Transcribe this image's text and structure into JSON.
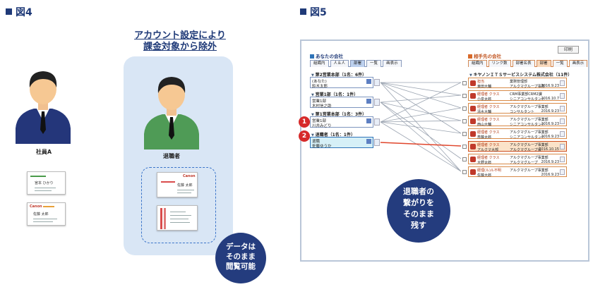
{
  "figure4": {
    "title": "図4",
    "caption_line1": "アカウント設定により",
    "caption_line2": "課金対象から除外",
    "employee_label": "社員A",
    "retiree_label": "退職者",
    "card1": {
      "name": "宮本 ひかり"
    },
    "card2": {
      "brand": "Canon",
      "name": "佐藤 太郎"
    },
    "card3": {
      "brand": "Canon",
      "name": "佐藤 太郎"
    },
    "bubble_lines": [
      "データは",
      "そのまま",
      "閲覧可能"
    ],
    "colors": {
      "navy": "#1f3a78",
      "panel": "#d9e6f5",
      "bubble": "#243c7e",
      "suit_dark": "#24367a",
      "suit_green": "#4f9b56"
    }
  },
  "figure5": {
    "title": "図5",
    "print_button": "印刷",
    "left_title": "あなたの会社",
    "right_title": "相手先の会社",
    "left_tabs": [
      "組織内",
      "人＆人",
      "部署",
      "一覧",
      "画表示"
    ],
    "right_tabs": [
      "組織内",
      "リンク数",
      "部署名表",
      "部署",
      "一覧",
      "画表示"
    ],
    "left_groups": [
      {
        "label": "第2営業本部（1名：6件）",
        "nodes": [
          {
            "line1": "(あなた)",
            "line2": "鈴木太郎"
          }
        ]
      },
      {
        "label": "営業1部（1名：1件）",
        "nodes": [
          {
            "line1": "営業1部",
            "line2": "木村信之助"
          }
        ]
      },
      {
        "label": "第1営業本部（1名：3件）",
        "nodes": [
          {
            "line1": "営業1部",
            "line2": "川井みどり"
          }
        ]
      },
      {
        "label": "退職者（1名：1件）",
        "nodes": [
          {
            "line1": "退職",
            "line2": "佐藤ゆうか"
          }
        ]
      }
    ],
    "right_company": "キヤノンＩＴＳサービスシステム株式会社（11件）",
    "right_nodes": [
      {
        "c1": "担当",
        "c2": "東田大輔",
        "c3": "業務管理部",
        "c4": "アルクマグループ事務",
        "c5": "2016.9.23"
      },
      {
        "c1": "経理者 クラス",
        "c2": "小泉太郎",
        "c3": "CRM事業部CRM2課",
        "c4": "シニアコンサルタント",
        "c5": "2016.10.7"
      },
      {
        "c1": "経理者 クラス",
        "c2": "清水大輔",
        "c3": "アルクマグループ事業部",
        "c4": "コンサルタント",
        "c5": "2016.9.23"
      },
      {
        "c1": "経理者 クラス",
        "c2": "西山大輔",
        "c3": "アルクマグループ事業部",
        "c4": "シニアコンサルタント",
        "c5": "2016.9.23"
      },
      {
        "c1": "経理者 クラス",
        "c2": "斎藤太郎",
        "c3": "アルクマグループ事業部",
        "c4": "シニアコンサルタント",
        "c5": "2016.9.23"
      },
      {
        "c1": "経理者 クラス",
        "c2": "アルクマ大部",
        "c3": "アルクマグループ事業部",
        "c4": "アルクマグループ長",
        "c5": "2016.10.15"
      },
      {
        "c1": "経理者 クラス",
        "c2": "大野太郎",
        "c3": "アルクマグループ事業部",
        "c4": "アルクマグループ",
        "c5": "2016.9.23"
      },
      {
        "c1": "経理(ル)ル不明",
        "c2": "佐藤大郎",
        "c3": "アルクマグループ事業部",
        "c4": "",
        "c5": "2016.9.23"
      }
    ],
    "markers": [
      "1",
      "2"
    ],
    "bubble_lines": [
      "退職者の",
      "繋がりを",
      "そのまま",
      "残す"
    ],
    "colors": {
      "left_accent": "#2e73b9",
      "right_accent": "#d88a48",
      "highlight_line": "#e0452b",
      "marker": "#d62a2a",
      "bubble": "#243c7e"
    }
  }
}
